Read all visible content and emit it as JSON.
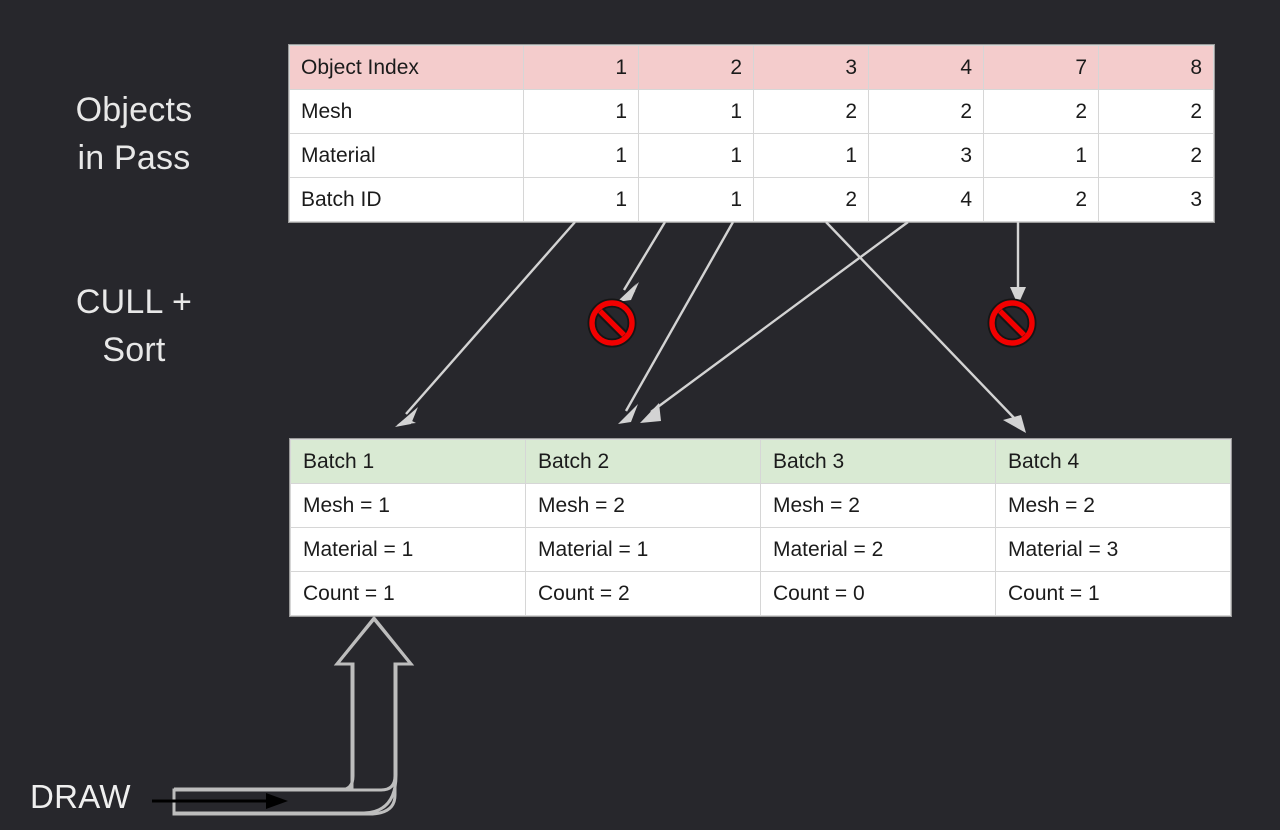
{
  "background_color": "#27272c",
  "stages": {
    "objects_in_pass_label": "Objects\nin Pass",
    "cull_sort_label": "CULL +\nSort",
    "draw_label": "DRAW"
  },
  "objects_table": {
    "header_color": "#f4cccc",
    "rows": [
      {
        "label": "Object Index",
        "values": [
          "1",
          "2",
          "3",
          "4",
          "7",
          "8"
        ],
        "is_header": true
      },
      {
        "label": "Mesh",
        "values": [
          "1",
          "1",
          "2",
          "2",
          "2",
          "2"
        ],
        "is_header": false
      },
      {
        "label": "Material",
        "values": [
          "1",
          "1",
          "1",
          "3",
          "1",
          "2"
        ],
        "is_header": false
      },
      {
        "label": "Batch ID",
        "values": [
          "1",
          "1",
          "2",
          "4",
          "2",
          "3"
        ],
        "is_header": false
      }
    ]
  },
  "batch_table": {
    "header_color": "#d9ead3",
    "columns": [
      {
        "title": "Batch 1",
        "mesh": "Mesh = 1",
        "material": "Material = 1",
        "count": "Count = 1"
      },
      {
        "title": "Batch 2",
        "mesh": "Mesh = 2",
        "material": "Material = 1",
        "count": "Count = 2"
      },
      {
        "title": "Batch 3",
        "mesh": "Mesh = 2",
        "material": "Material = 2",
        "count": "Count = 0"
      },
      {
        "title": "Batch 4",
        "mesh": "Mesh = 2",
        "material": "Material = 3",
        "count": "Count = 1"
      }
    ]
  },
  "icons": {
    "culled_marker_color": "#f20000",
    "culled_marker_1": "no-entry-icon",
    "culled_marker_2": "no-entry-icon"
  },
  "arrows": {
    "object_1_to_batch_1": "arrow",
    "object_2_to_culled": "arrow",
    "object_3_to_batch_2": "arrow",
    "object_4_to_batch_4": "arrow",
    "object_7_to_batch_2": "arrow",
    "object_8_to_culled": "arrow",
    "draw_to_batch_1": "block-arrow"
  }
}
